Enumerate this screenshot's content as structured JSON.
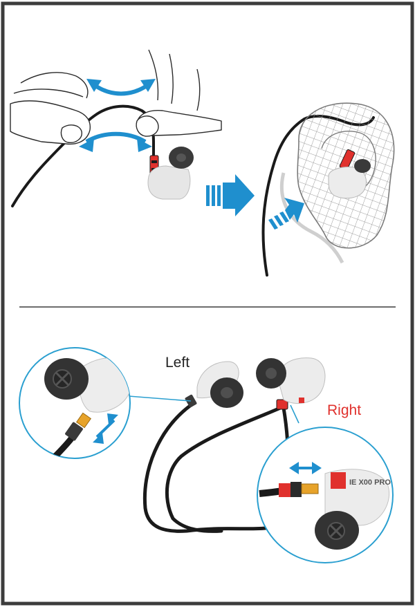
{
  "labels": {
    "left": "Left",
    "right": "Right",
    "model": "IE X00 PRO"
  },
  "colors": {
    "frame": "#3c3c3c",
    "cable": "#1a1a1a",
    "accent_blue": "#1f8fce",
    "accent_red": "#e0312d",
    "callout_blue": "#2a9fd0",
    "ear_grid": "#9a9a9a",
    "earbud_body": "#e4e4e4",
    "connector_gold": "#e7a32a"
  },
  "icons": {
    "step1": "bending-cable-hands-icon",
    "step2": "insert-earphone-in-ear-icon",
    "step3": "left-right-connector-callouts"
  }
}
